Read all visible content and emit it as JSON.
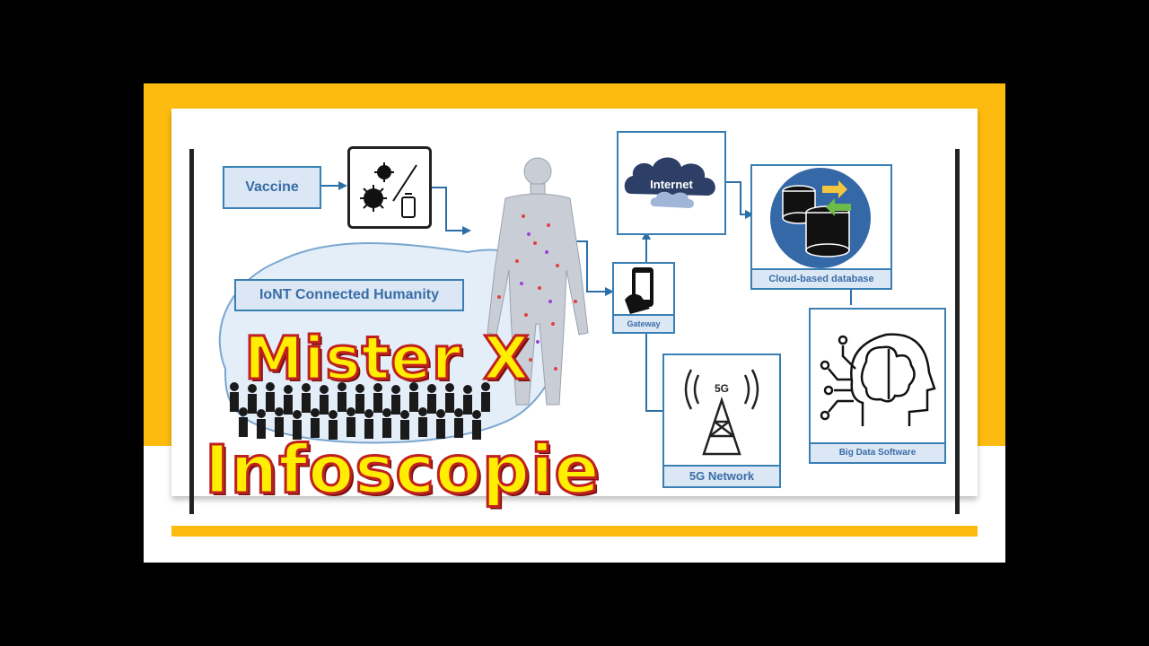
{
  "diagram": {
    "vaccine_label": "Vaccine",
    "iont_label": "IoNT Connected Humanity",
    "internet_label": "Internet",
    "gateway_label": "Gateway",
    "cloud_label": "Cloud-based database",
    "network_label": "5G Network",
    "network_icon_text": "5G",
    "bigdata_label": "Big Data Software"
  },
  "overlay": {
    "line1": "Mister X",
    "line2": "Infoscopie"
  },
  "colors": {
    "accent_yellow": "#fdbb0f",
    "box_border": "#3a7fb4",
    "label_fill": "#dbe7f5",
    "title_fill": "#ffee00",
    "title_outline": "#c02020"
  },
  "icons": [
    "virus-syringe-icon",
    "human-body-icon",
    "cloud-icon",
    "smartphone-icon",
    "database-icon",
    "cell-tower-icon",
    "ai-brain-icon",
    "crowd-icon"
  ]
}
